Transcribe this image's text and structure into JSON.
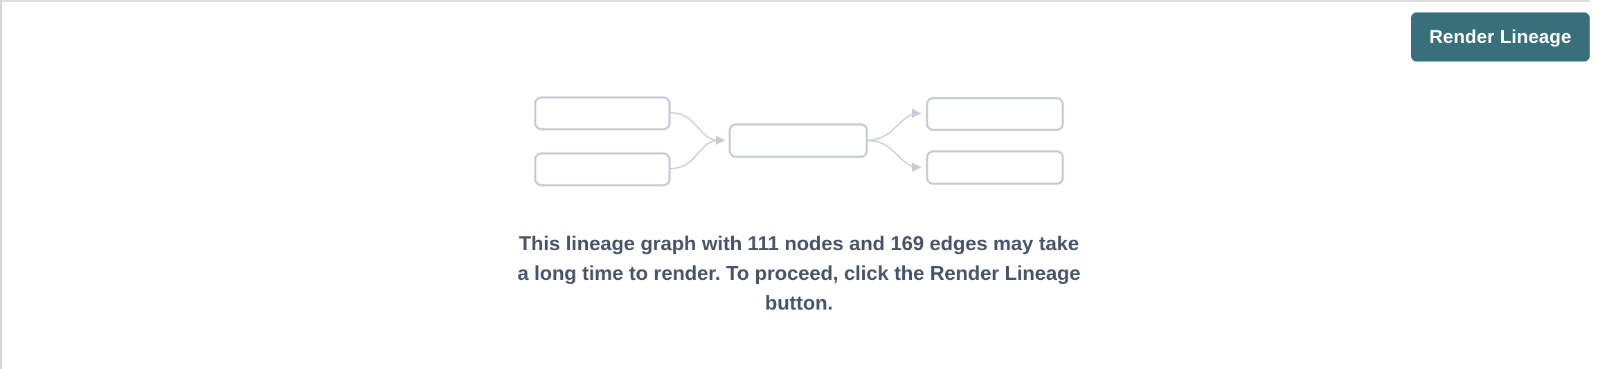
{
  "panel": {
    "background": "#ffffff",
    "border_color": "#dcdce0"
  },
  "toolbar": {
    "render_lineage_button": {
      "label": "Render Lineage",
      "background": "#37707a",
      "text_color": "#ffffff"
    }
  },
  "empty_state": {
    "illustration": {
      "name": "lineage-graph-placeholder",
      "node_box_count": 5,
      "edge_count": 4,
      "box_border_color": "#c5c9d3",
      "edge_color": "#c8ccd5",
      "box_fill": "#ffffff"
    },
    "message": {
      "full_text": "This lineage graph with 111 nodes and 169 edges may take a long time to render. To proceed, click the Render Lineage button.",
      "lines": [
        "This lineage graph with 111 nodes and 169 edges may take",
        "a long time to render. To proceed, click the Render Lineage",
        "button."
      ],
      "node_count": "111",
      "edge_count": "169",
      "text_color": "#475467"
    }
  }
}
